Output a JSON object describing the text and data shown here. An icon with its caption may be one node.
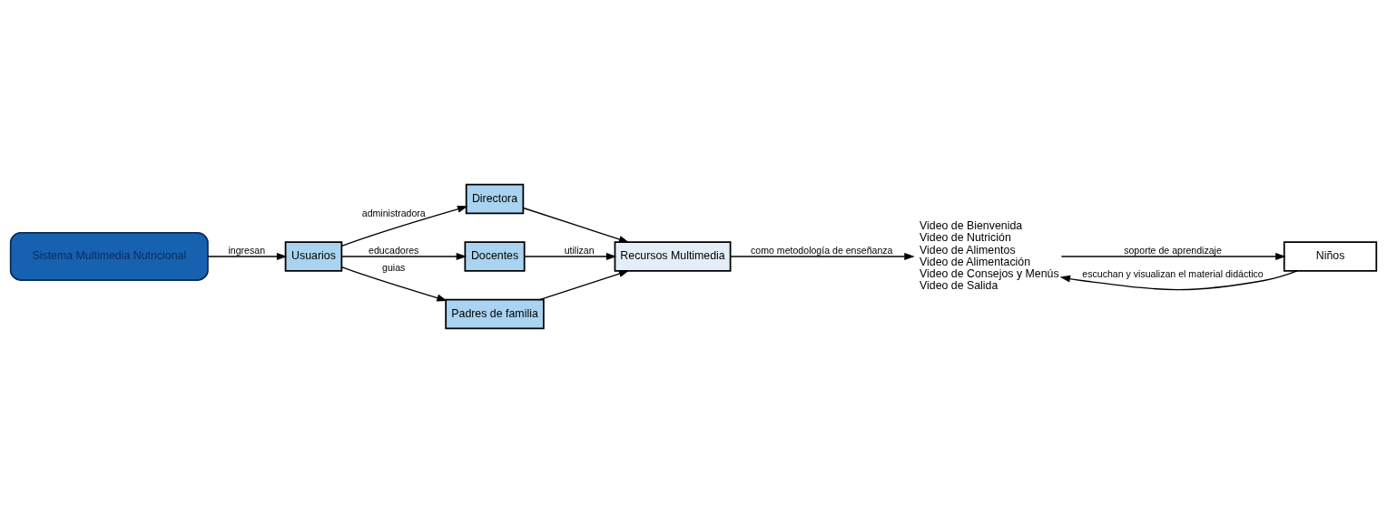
{
  "diagram": {
    "nodes": [
      {
        "text": [
          "Sistema Multimedia Nutricional"
        ]
      },
      {
        "text": [
          "Usuarios"
        ]
      },
      {
        "text": [
          "Directora"
        ]
      },
      {
        "text": [
          "Docentes"
        ]
      },
      {
        "text": [
          "Padres de familia"
        ]
      },
      {
        "text": [
          "Recursos Multimedia"
        ]
      },
      {
        "text": [
          "Video de Bienvenida",
          "Video de Nutrición",
          "Video de Alimentos",
          "Video de Alimentación",
          "Video de Consejos y Menús",
          "Video de Salida"
        ]
      },
      {
        "text": [
          "Niños"
        ]
      }
    ],
    "edges": [
      {
        "from": 0,
        "to": 1,
        "arrow": "to",
        "label": "ingresan"
      },
      {
        "from": 1,
        "to": 2,
        "arrow": "to",
        "label": "administradora"
      },
      {
        "from": 1,
        "to": 3,
        "arrow": "to",
        "label": "educadores"
      },
      {
        "from": 1,
        "to": 4,
        "arrow": "to",
        "label": "guias"
      },
      {
        "from": 2,
        "to": 5,
        "arrow": "to"
      },
      {
        "from": 3,
        "to": 5,
        "arrow": "to",
        "label": "utilizan"
      },
      {
        "from": 4,
        "to": 5,
        "arrow": "to"
      },
      {
        "from": 5,
        "to": 6,
        "arrow": "to",
        "label": "como metodología de enseñanza"
      },
      {
        "from": 7,
        "to": 6,
        "arrow": "to",
        "label": "escuchan y visualizan el material didáctico"
      },
      {
        "from": 6,
        "to": 7,
        "arrow": "to",
        "label": "soporte de aprendizaje"
      }
    ]
  }
}
